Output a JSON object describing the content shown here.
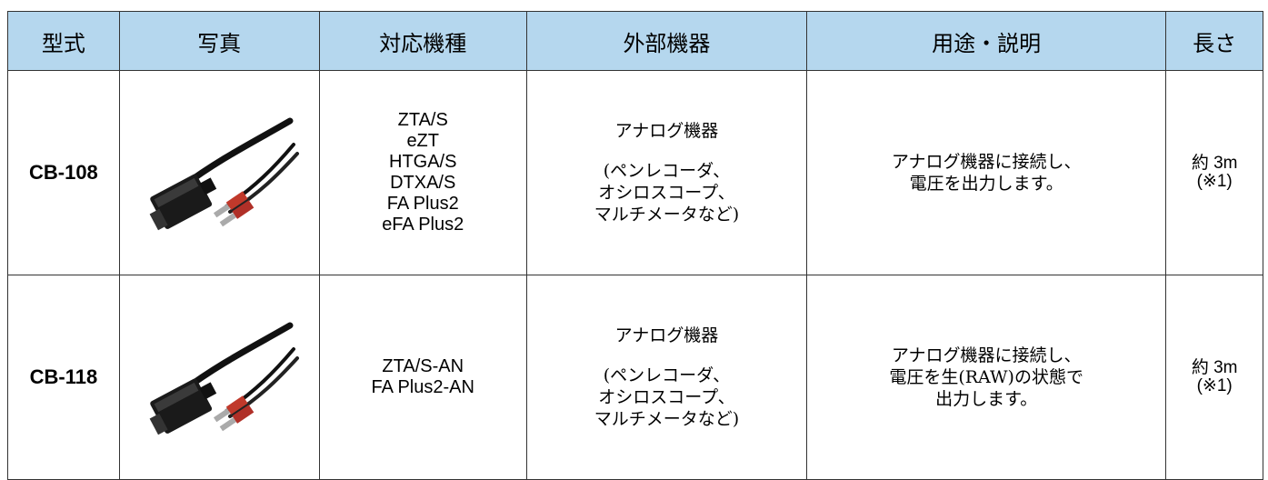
{
  "table": {
    "headers": [
      "型式",
      "写真",
      "対応機種",
      "外部機器",
      "用途・説明",
      "長さ"
    ],
    "rows": [
      {
        "model": "CB-108",
        "photo_icon": "cable-connector-icon",
        "compatible_models": "ZTA/S\neZT\nHTGA/S\nDTXA/S\nFA Plus2\neFA Plus2",
        "external_device": "アナログ機器",
        "external_device_note": "(ペンレコーダ、\nオシロスコープ、\nマルチメータなど)",
        "description": "アナログ機器に接続し、\n電圧を出力します。",
        "length": "約 3m",
        "length_note": "(※1)"
      },
      {
        "model": "CB-118",
        "photo_icon": "cable-connector-icon",
        "compatible_models": "ZTA/S-AN\nFA Plus2-AN",
        "external_device": "アナログ機器",
        "external_device_note": "(ペンレコーダ、\nオシロスコープ、\nマルチメータなど)",
        "description": "アナログ機器に接続し、\n電圧を生(RAW)の状態で\n出力します。",
        "length": "約 3m",
        "length_note": "(※1)"
      }
    ]
  },
  "colors": {
    "header_bg": "#b5d7ee",
    "border": "#333333"
  }
}
